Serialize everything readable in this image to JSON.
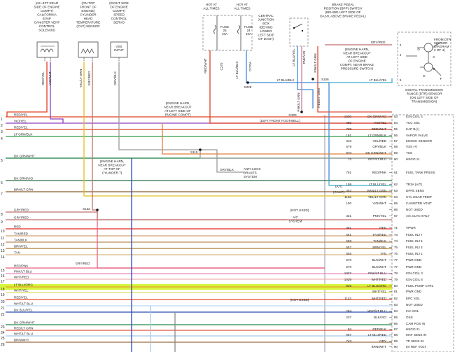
{
  "colors": {
    "RED/YEL": "#e0401f",
    "VIO/YEL": "#8e3fbf",
    "LT GRN/BLK": "#2e9e42",
    "DK GRN/WHT": "#107a3c",
    "DK GRN/VIO": "#2a7040",
    "BRN/LT GRN": "#8a5a2a",
    "GRY/RED": "#c0706a",
    "RED": "#e8271f",
    "TAN/RED": "#d2a070",
    "TAN/BLK": "#b88a58",
    "BRN/YEL": "#b07a30",
    "TAN": "#d9b382",
    "RED/PNK": "#e86080",
    "PNK/LT BLU": "#e888c8",
    "WHT/RED": "#f0b0b0",
    "LT BLU/ORG": "#e8a030",
    "WHT/YEL": "#dddd60",
    "RED/YEL2": "#e84a2a",
    "WHT/LT BLU": "#b8d8f0",
    "DK BLU/YEL": "#2a4ab0",
    "DK GRN/WHT2": "#208a4a",
    "RED/LT GRN": "#e0503a",
    "WHT/LT BLU2": "#a8c8e8",
    "BRN/WHT": "#9a6a3a",
    "highlight": "#d7f53a",
    "YEL/LT GRN": "#e0c020",
    "GRY/RED_R": "#c06a6a",
    "LT BLU/YEL": "#3cb0c8",
    "LT BLU/BLK": "#3c8ad8"
  },
  "components": {
    "evap": [
      "(IN LEFT REAR",
      "SIDE OF ENGINE",
      "COMPT)",
      "CALIFORNIA",
      "EVAP",
      "CANISTER VENT",
      "CONTROL",
      "SOLENOID"
    ],
    "cht": [
      "(ON TOP",
      "FRONT OF",
      "ENGINE)",
      "CYLINDER",
      "HEAD",
      "TEMPERATURE",
      "(CHT) SENSOR"
    ],
    "vss": [
      "(RIGHT SIDE",
      "OF ENGINE",
      "COMPT)",
      "SPEED",
      "CONTROL",
      "SERVO"
    ],
    "vss_input": [
      "VSS",
      "INPUT"
    ],
    "hot1": [
      "HOT AT",
      "ALL TIMES"
    ],
    "hot2": [
      "HOT AT",
      "ALL TIMES"
    ],
    "fuse1": [
      "FUSE",
      "25",
      "10A"
    ],
    "fuse2": [
      "FUSE",
      "24",
      "10A"
    ],
    "cjb": [
      "CENTRAL",
      "JUNCTION",
      "BOX",
      "(BEHIND",
      "LOWER",
      "LEFT SIDE",
      "OF DASH)"
    ],
    "bpp": [
      "BRAKE PEDAL",
      "POSITION (BPP) SWITCH",
      "(BEHIND LEFT SIDE OF",
      "DASH, ABOVE BRAKE PEDAL)"
    ],
    "harness1": [
      "(ENGINE HARN,",
      "NEAR BREAKOUT",
      "AT LEFT SIDE",
      "OF ENGINE",
      "COMPT, NEAR BRAKE",
      "PRESSURE SWITCH)"
    ],
    "harness2": [
      "(ENGINE HARN,",
      "NEAR BREAKOUT",
      "AT LEFT SIDE OF",
      "ENGINE COMPT)"
    ],
    "harness3": [
      "(ENGINE HARN,",
      "NEAR BREAKOUT",
      "AT TOP OF",
      "CYLINDER 7)"
    ],
    "dtr": [
      "DIGITAL TRANSMISSION",
      "RANGE (DTR) SENSOR",
      "(ON LEFT SIDE OF",
      "TRANSMISSION)"
    ],
    "dtr_from": [
      "FROM DTR",
      "SENSOR",
      "DIAGRAM",
      "2 OF 4)"
    ],
    "abs": [
      "ANTI-LOCK",
      "BRAKES",
      "SYSTEM"
    ],
    "ac": [
      "A/C",
      "SYSTEM"
    ],
    "footwell": "(LEFT FRONT FOOTWELL)",
    "g300": "G300",
    "s228": "S228",
    "s106": "S106",
    "s115": "S115",
    "s132": "S132",
    "not_used": "(NOT USED)",
    "not_used2": "(NOT USED)"
  },
  "vertical_wire_labels": {
    "evap_red": "RED/YEL",
    "evap_vio": "VIO/WHT",
    "cht_yel": "YEL/LT GRN",
    "cht_gry": "GRY/RED",
    "vss_gry": "GRY/BLK",
    "fuse_red": "RED/WHT",
    "fuse_ltblu": "LT BLU/BLK",
    "c270": "C270",
    "c270b": "C270A",
    "ltbluyel": "LT BLU/YEL",
    "pnkyel": "PNK/LT GRN",
    "redltgrn": "RED/LT GRN",
    "pnk_ltgrn2": "PNK/LT GRN",
    "gry_red_right": "GRY/RED",
    "bpp_ltblu": "LT BLU/YEL",
    "bpp_pnk": "PNK/VIO",
    "ltblublk2": "LT BLU/BLK",
    "gry_red_top": "GRY/RED",
    "ltbluyel_bot": "LT BLU/YEL"
  },
  "left_wires": [
    {
      "n": "1",
      "label": "RED/YEL"
    },
    {
      "n": "2",
      "label": "VIO/YEL"
    },
    {
      "n": "3",
      "label": "RED/YEL"
    },
    {
      "n": "4",
      "label": "LT GRN/BLK"
    },
    {
      "n": "5",
      "label": "DK GRN/WHT"
    },
    {
      "n": "6",
      "label": "DK GRN/VIO"
    },
    {
      "n": "7",
      "label": "BRN/LT GRN"
    },
    {
      "n": "8",
      "label": "GRY/RED"
    },
    {
      "n": "9",
      "label": "GRY/RED"
    },
    {
      "n": "10",
      "label": "RED"
    },
    {
      "n": "11",
      "label": "TAN/RED"
    },
    {
      "n": "12",
      "label": "TAN/BLK"
    },
    {
      "n": "13",
      "label": "BRN/YEL"
    },
    {
      "n": "14",
      "label": "TAN"
    },
    {
      "n": "15",
      "label": "RED/PNK"
    },
    {
      "n": "16",
      "label": "PNK/LT BLU"
    },
    {
      "n": "17",
      "label": "WHT/RED"
    },
    {
      "n": "18",
      "label": "LT BLU/ORG"
    },
    {
      "n": "19",
      "label": "WHT/YEL"
    },
    {
      "n": "20",
      "label": "RED/YEL"
    },
    {
      "n": "21",
      "label": "WHT/LT BLU"
    },
    {
      "n": "22",
      "label": "DK BLU/YEL"
    },
    {
      "n": "23",
      "label": "DK GRN/WHT"
    },
    {
      "n": "24",
      "label": "RED/LT GRN"
    },
    {
      "n": "25",
      "label": "WHT/LT BLU"
    },
    {
      "n": "26",
      "label": "BRN/WHT"
    }
  ],
  "mid_labels": {
    "gry_blk": "GRY/BLK",
    "gry_red_mid": "GRY/RED",
    "at": "(A/T)",
    "calif": "(CALIF)"
  },
  "pcm_rows": [
    {
      "circuit": "1030",
      "color": "DK GRN/VIO",
      "pin": "53",
      "func": "IGN COIL 4"
    },
    {
      "circuit": "480",
      "color": "VIO/YEL",
      "pin": "54",
      "func": "TCC SOL"
    },
    {
      "circuit": "729",
      "color": "RED/WHT",
      "pin": "55",
      "func": "KAP B(+)"
    },
    {
      "circuit": "191",
      "color": "LT GRN/BLK",
      "pin": "56",
      "func": "VAPOR VALVE"
    },
    {
      "circuit": "310",
      "color": "YEL/RED",
      "pin": "57",
      "func": "KNOCK SENSOR"
    },
    {
      "circuit": "679",
      "color": "GRY/BLK",
      "pin": "58",
      "func": "VSS (+)"
    },
    {
      "circuit": "970",
      "color": "DK GRN/WHT",
      "pin": "59",
      "func": "TSS"
    },
    {
      "circuit": "74",
      "color": "GRY/LT BLU",
      "pin": "60",
      "func": "HEGO 11"
    },
    {
      "circuit": "791",
      "color": "RED/PNK",
      "pin": "61",
      "func": "FUEL TANK PRESS"
    },
    {
      "circuit": "199",
      "color": "LT BLU/YEL",
      "pin": "62",
      "func": "TR3A (A/T)"
    },
    {
      "circuit": "352",
      "color": "BRN/LT GRN",
      "pin": "63",
      "func": "DPFE SENS"
    },
    {
      "circuit": "1102",
      "color": "YEL/LT GRN",
      "pin": "64",
      "func": "CYL HEAD TEMP"
    },
    {
      "circuit": "100",
      "color": "VIO/WHT",
      "pin": "65",
      "func": "CANISTER VENT"
    },
    {
      "circuit": "",
      "color": "",
      "pin": "66",
      "func": "NOT USED"
    },
    {
      "circuit": "331",
      "color": "PNK/YEL",
      "pin": "67",
      "func": "A/C CLTCH RLY"
    },
    {
      "circuit": "361",
      "color": "RED",
      "pin": "71",
      "func": "VPWR"
    },
    {
      "circuit": "561",
      "color": "TAN/RED",
      "pin": "73",
      "func": "FUEL INJ 7"
    },
    {
      "circuit": "559",
      "color": "TAN/BLK",
      "pin": "74",
      "func": "FUEL INJ 5"
    },
    {
      "circuit": "557",
      "color": "BRN/YEL",
      "pin": "75",
      "func": "FUEL INJ 3"
    },
    {
      "circuit": "555",
      "color": "TAN",
      "pin": "76",
      "func": "FUEL INJ 1"
    },
    {
      "circuit": "570",
      "color": "BLK/WHT",
      "pin": "77",
      "func": "PWR GND"
    },
    {
      "circuit": "570",
      "color": "BLK/WHT",
      "pin": "77",
      "func": "PWR GND"
    },
    {
      "circuit": "1027",
      "color": "PNK/LT BLU",
      "pin": "78",
      "func": "IGN COIL 3"
    },
    {
      "circuit": "1029",
      "color": "WHT/RED",
      "pin": "79",
      "func": "IGN COIL 6"
    },
    {
      "circuit": "926",
      "color": "LT BLU/ORG",
      "pin": "80",
      "func": "FUEL PUMP CTRL"
    },
    {
      "circuit": "",
      "color": "WHT/YEL",
      "pin": "81",
      "func": "PWR GND"
    },
    {
      "circuit": "1142",
      "color": "WHT/RED",
      "pin": "82",
      "func": "EPC SOL"
    },
    {
      "circuit": "",
      "color": "",
      "pin": "83",
      "func": "NOT USED"
    },
    {
      "circuit": "264",
      "color": "WHT/LT BLU",
      "pin": "84",
      "func": "IAC SOL"
    },
    {
      "circuit": "237",
      "color": "BLK/VIO",
      "pin": "85",
      "func": "OSS"
    },
    {
      "circuit": "",
      "color": "",
      "pin": "86",
      "func": "CAM POS IN"
    },
    {
      "circuit": "94",
      "color": "RED/BLK",
      "pin": "87",
      "func": "HEGO 21"
    },
    {
      "circuit": "967",
      "color": "LT BLU/RED",
      "pin": "88",
      "func": "MAF SENS IN"
    },
    {
      "circuit": "743",
      "color": "GRY",
      "pin": "89",
      "func": "TP SENS IN"
    },
    {
      "circuit": "",
      "color": "BRN/WHT",
      "pin": "90",
      "func": "5V REF VOLT"
    }
  ],
  "dtr_letters": [
    "A",
    "D",
    "C",
    "B",
    "E",
    "F"
  ],
  "dtr_pins": [
    "2",
    "4",
    "5"
  ]
}
